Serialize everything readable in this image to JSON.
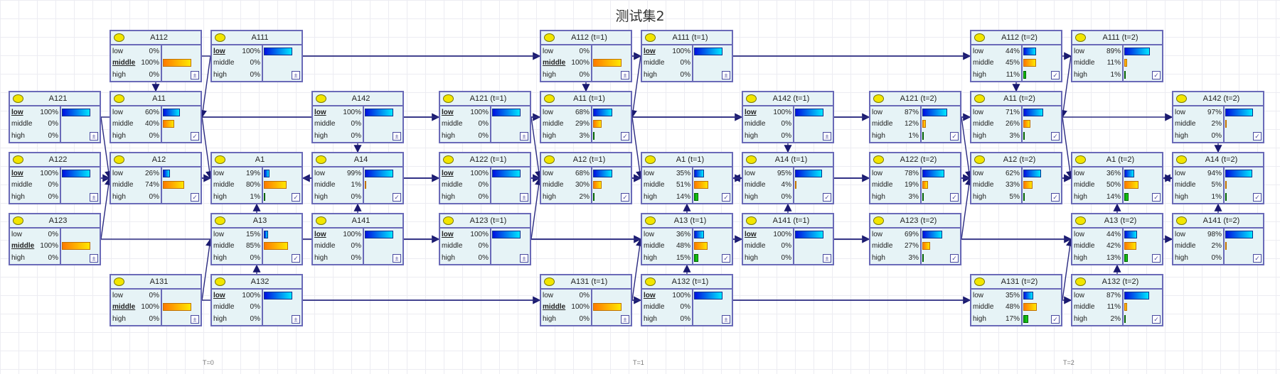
{
  "title": "测试集2",
  "slices": [
    "T=0",
    "T=1",
    "T=2"
  ],
  "states": [
    "low",
    "middle",
    "high"
  ],
  "colors": {
    "low": "#0010e0",
    "middle": "#ff7a00",
    "high": "#00a000",
    "border": "#6a6ab8",
    "node_bg": "#e6f3f6"
  },
  "nodes": [
    {
      "title": "A112",
      "pct": [
        "0%",
        "100%",
        "0%"
      ],
      "evidence": 1
    },
    {
      "title": "A111",
      "pct": [
        "100%",
        "0%",
        "0%"
      ],
      "evidence": 0
    },
    {
      "title": "A121",
      "pct": [
        "100%",
        "0%",
        "0%"
      ],
      "evidence": 0
    },
    {
      "title": "A11",
      "pct": [
        "60%",
        "40%",
        "0%"
      ],
      "evidence": null
    },
    {
      "title": "A142",
      "pct": [
        "100%",
        "0%",
        "0%"
      ],
      "evidence": 0
    },
    {
      "title": "A14",
      "pct": [
        "99%",
        "1%",
        "0%"
      ],
      "evidence": null
    },
    {
      "title": "A122",
      "pct": [
        "100%",
        "0%",
        "0%"
      ],
      "evidence": 0
    },
    {
      "title": "A12",
      "pct": [
        "26%",
        "74%",
        "0%"
      ],
      "evidence": null
    },
    {
      "title": "A1",
      "pct": [
        "19%",
        "80%",
        "1%"
      ],
      "evidence": null
    },
    {
      "title": "A123",
      "pct": [
        "0%",
        "100%",
        "0%"
      ],
      "evidence": 1
    },
    {
      "title": "A13",
      "pct": [
        "15%",
        "85%",
        "0%"
      ],
      "evidence": null
    },
    {
      "title": "A141",
      "pct": [
        "100%",
        "0%",
        "0%"
      ],
      "evidence": 0
    },
    {
      "title": "A131",
      "pct": [
        "0%",
        "100%",
        "0%"
      ],
      "evidence": 1
    },
    {
      "title": "A132",
      "pct": [
        "100%",
        "0%",
        "0%"
      ],
      "evidence": 0
    },
    {
      "title": "A112 (t=1)",
      "pct": [
        "0%",
        "100%",
        "0%"
      ],
      "evidence": 1
    },
    {
      "title": "A111 (t=1)",
      "pct": [
        "100%",
        "0%",
        "0%"
      ],
      "evidence": 0
    },
    {
      "title": "A121 (t=1)",
      "pct": [
        "100%",
        "0%",
        "0%"
      ],
      "evidence": 0
    },
    {
      "title": "A11 (t=1)",
      "pct": [
        "68%",
        "29%",
        "3%"
      ],
      "evidence": null
    },
    {
      "title": "A142 (t=1)",
      "pct": [
        "100%",
        "0%",
        "0%"
      ],
      "evidence": 0
    },
    {
      "title": "A14 (t=1)",
      "pct": [
        "95%",
        "4%",
        "0%"
      ],
      "evidence": null
    },
    {
      "title": "A122 (t=1)",
      "pct": [
        "100%",
        "0%",
        "0%"
      ],
      "evidence": 0
    },
    {
      "title": "A12 (t=1)",
      "pct": [
        "68%",
        "30%",
        "2%"
      ],
      "evidence": null
    },
    {
      "title": "A1 (t=1)",
      "pct": [
        "35%",
        "51%",
        "14%"
      ],
      "evidence": null
    },
    {
      "title": "A123 (t=1)",
      "pct": [
        "100%",
        "0%",
        "0%"
      ],
      "evidence": 0
    },
    {
      "title": "A13 (t=1)",
      "pct": [
        "36%",
        "48%",
        "15%"
      ],
      "evidence": null
    },
    {
      "title": "A141 (t=1)",
      "pct": [
        "100%",
        "0%",
        "0%"
      ],
      "evidence": 0
    },
    {
      "title": "A131 (t=1)",
      "pct": [
        "0%",
        "100%",
        "0%"
      ],
      "evidence": 1
    },
    {
      "title": "A132 (t=1)",
      "pct": [
        "100%",
        "0%",
        "0%"
      ],
      "evidence": 0
    },
    {
      "title": "A112 (t=2)",
      "pct": [
        "44%",
        "45%",
        "11%"
      ],
      "evidence": null
    },
    {
      "title": "A111 (t=2)",
      "pct": [
        "89%",
        "11%",
        "1%"
      ],
      "evidence": null
    },
    {
      "title": "A121 (t=2)",
      "pct": [
        "87%",
        "12%",
        "1%"
      ],
      "evidence": null
    },
    {
      "title": "A11 (t=2)",
      "pct": [
        "71%",
        "26%",
        "3%"
      ],
      "evidence": null
    },
    {
      "title": "A142 (t=2)",
      "pct": [
        "97%",
        "2%",
        "0%"
      ],
      "evidence": null
    },
    {
      "title": "A14 (t=2)",
      "pct": [
        "94%",
        "5%",
        "1%"
      ],
      "evidence": null
    },
    {
      "title": "A122 (t=2)",
      "pct": [
        "78%",
        "19%",
        "3%"
      ],
      "evidence": null
    },
    {
      "title": "A12 (t=2)",
      "pct": [
        "62%",
        "33%",
        "5%"
      ],
      "evidence": null
    },
    {
      "title": "A1 (t=2)",
      "pct": [
        "36%",
        "50%",
        "14%"
      ],
      "evidence": null
    },
    {
      "title": "A123 (t=2)",
      "pct": [
        "69%",
        "27%",
        "3%"
      ],
      "evidence": null
    },
    {
      "title": "A13 (t=2)",
      "pct": [
        "44%",
        "42%",
        "13%"
      ],
      "evidence": null
    },
    {
      "title": "A141 (t=2)",
      "pct": [
        "98%",
        "2%",
        "0%"
      ],
      "evidence": null
    },
    {
      "title": "A131 (t=2)",
      "pct": [
        "35%",
        "48%",
        "17%"
      ],
      "evidence": null
    },
    {
      "title": "A132 (t=2)",
      "pct": [
        "87%",
        "11%",
        "2%"
      ],
      "evidence": null
    }
  ]
}
